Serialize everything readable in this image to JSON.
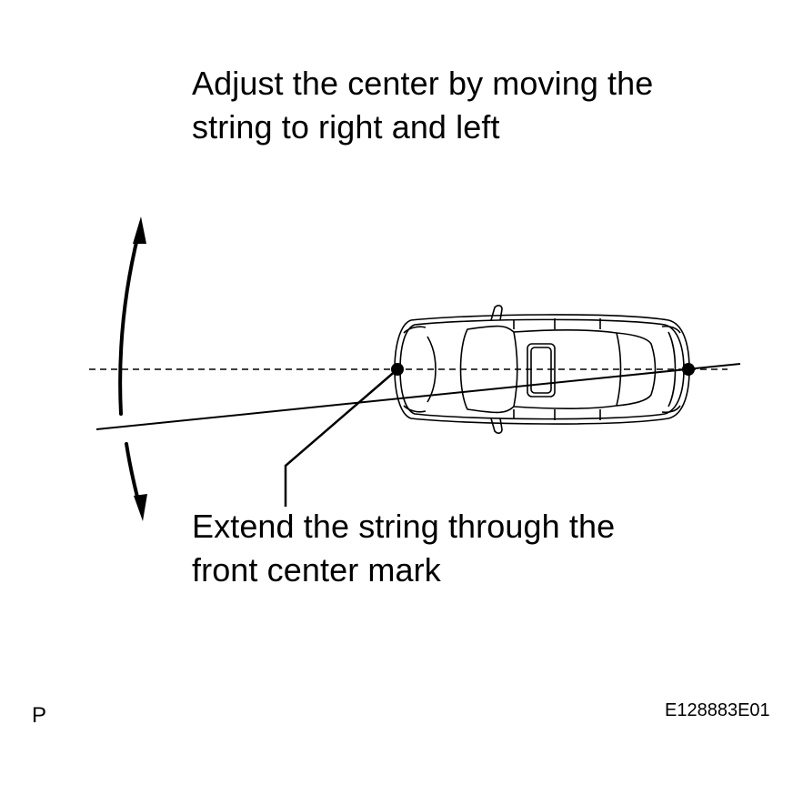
{
  "instructions": {
    "adjust_line1": "Adjust the center by moving the",
    "adjust_line2": "string to right and left",
    "extend_line1": "Extend the string through the",
    "extend_line2": "front center mark"
  },
  "footer": {
    "page_marker": "P",
    "figure_id": "E128883E01"
  },
  "colors": {
    "ink": "#000000",
    "paper": "#ffffff"
  },
  "icons": {
    "swing_arrow": "curved-double-arrow",
    "vehicle": "car-top-view"
  }
}
